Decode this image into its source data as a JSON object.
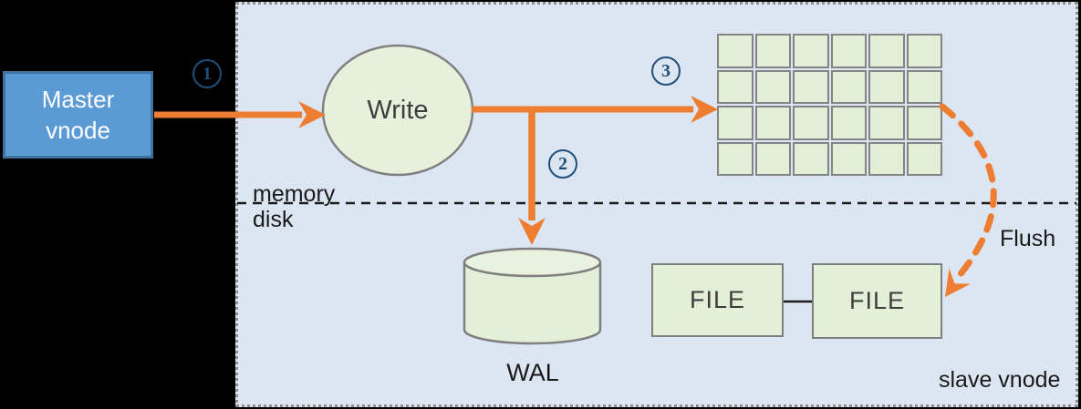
{
  "master": {
    "line1": "Master",
    "line2": "vnode"
  },
  "nodes": {
    "write": "Write",
    "wal": "WAL",
    "file1": "FILE",
    "file2": "FILE"
  },
  "steps": {
    "step1": "1",
    "step2": "2",
    "step3": "3"
  },
  "labels": {
    "memory": "memory",
    "disk": "disk",
    "flush": "Flush",
    "slave_vnode": "slave vnode"
  },
  "memtable_grid": {
    "rows": 4,
    "cols": 6
  },
  "colors": {
    "arrow_orange": "#ed7d31",
    "panel_blue": "#dce6f2",
    "node_green": "#e4efd8",
    "grid_cell_green": "#e3eed7",
    "master_fill_blue": "#5b9bd5",
    "master_border_blue": "#41719c",
    "step_circle_navy": "#1f4e79",
    "shape_stroke_gray": "#7f7f7f"
  }
}
